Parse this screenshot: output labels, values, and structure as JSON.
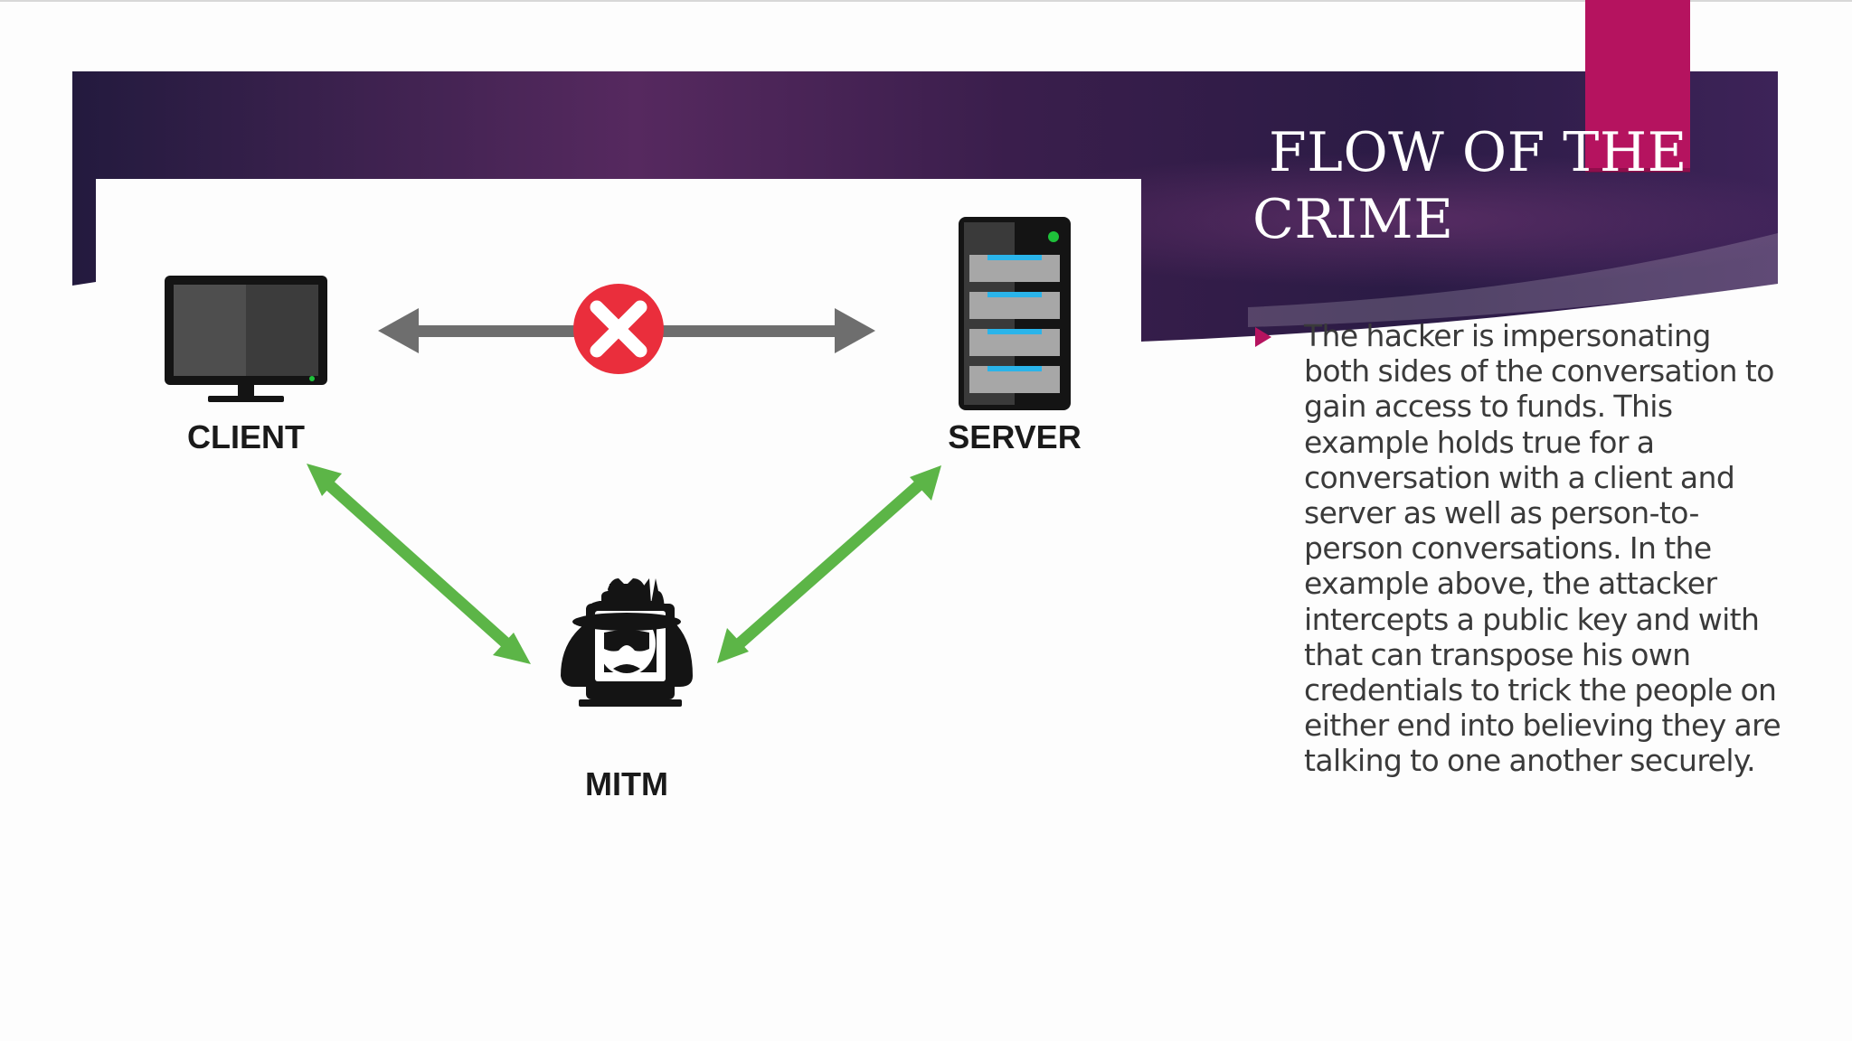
{
  "slide": {
    "title_line1": "FLOW OF THE",
    "title_line2": "CRIME",
    "body": "The hacker is impersonating both sides of the conversation to gain access to funds. This example holds true for a conversation with a client and server as well as person-to-person conversations. In the example above, the attacker intercepts a public key and with that can transpose his own credentials to trick the people on either end into believing they are talking to one another securely."
  },
  "diagram": {
    "client_label": "CLIENT",
    "server_label": "SERVER",
    "mitm_label": "MITM",
    "icons": [
      "monitor-icon",
      "server-icon",
      "hacker-icon",
      "blocked-x-icon"
    ]
  },
  "colors": {
    "banner_dark": "#2a1a45",
    "banner_mid": "#5a2a63",
    "accent_magenta": "#b5135f",
    "arrow_gray": "#6e6e6e",
    "arrow_green": "#5cb547",
    "block_red": "#ea2e3c",
    "server_led": "#1ec13a",
    "server_stripe": "#2ab4ea"
  }
}
